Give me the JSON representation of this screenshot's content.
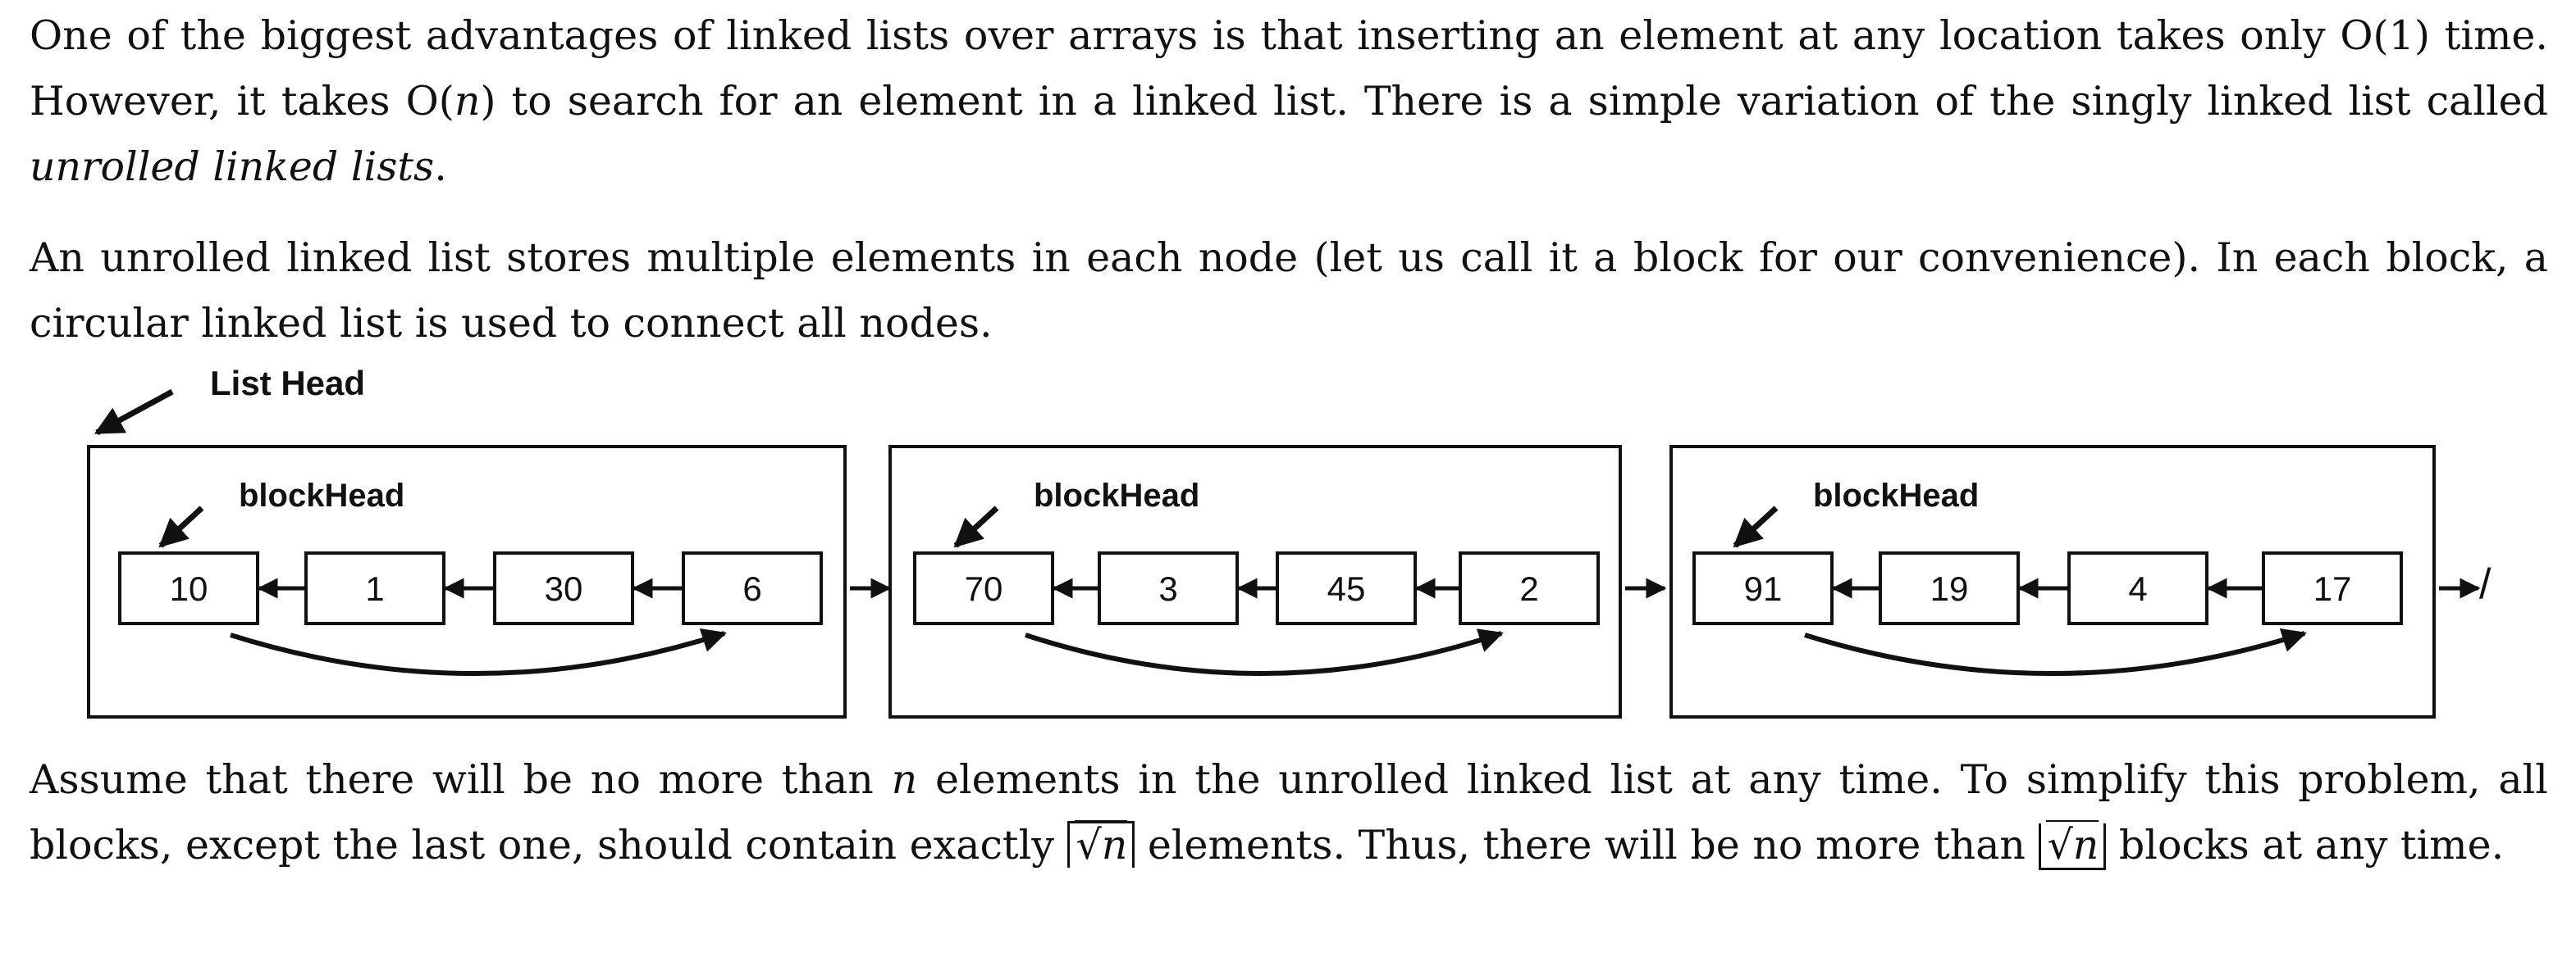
{
  "paragraph1": {
    "text_a": "One of the biggest advantages of linked lists over arrays is that inserting an element at any location takes only O(1) time. However, it takes O(",
    "var_n": "n",
    "text_b": ") to search for an element in a linked list. There is a simple variation of the singly linked list called ",
    "emph": "unrolled linked lists",
    "text_c": "."
  },
  "paragraph2": {
    "text": "An unrolled linked list stores multiple elements in each node (let us call it a block for our convenience). In each block, a circular linked list is used to connect all nodes."
  },
  "diagram": {
    "list_head_label": "List Head",
    "block_head_label": "blockHead",
    "terminator": "/",
    "blocks": [
      {
        "values": [
          "10",
          "1",
          "30",
          "6"
        ]
      },
      {
        "values": [
          "70",
          "3",
          "45",
          "2"
        ]
      },
      {
        "values": [
          "91",
          "19",
          "4",
          "17"
        ]
      }
    ]
  },
  "paragraph3": {
    "text_a": "Assume that there will be no more than ",
    "var_n": "n",
    "text_b": " elements in the unrolled linked list at any time. To simplify this problem, all blocks, except the last one, should contain exactly ",
    "ceil_sqrt": "√n",
    "text_c": " elements. Thus, there will be no more than ",
    "floor_sqrt": "√n",
    "text_d": " blocks at any time."
  }
}
